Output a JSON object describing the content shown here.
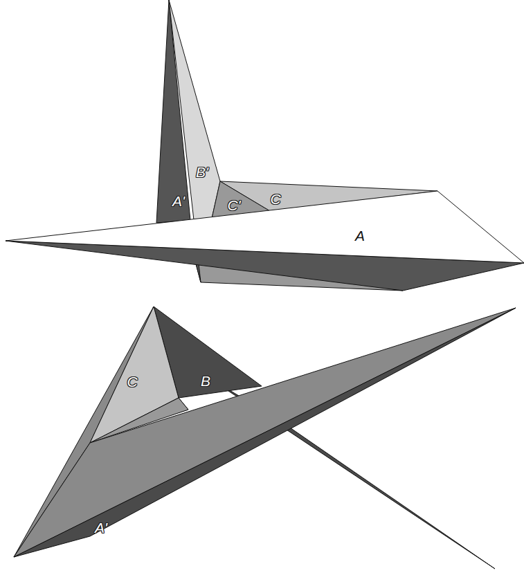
{
  "diagram": {
    "labels": [
      "A'",
      "B'",
      "C'",
      "C",
      "A",
      "C",
      "B",
      "A'"
    ]
  }
}
